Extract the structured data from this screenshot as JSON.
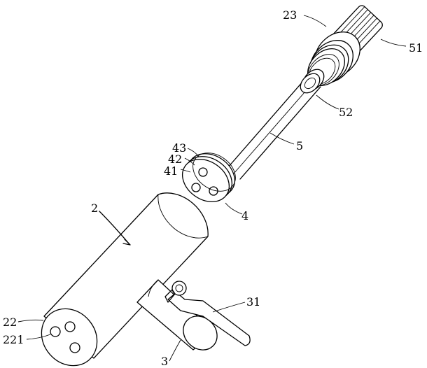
{
  "labels": {
    "l23": "23",
    "l51": "51",
    "l52": "52",
    "l5": "5",
    "l43": "43",
    "l42": "42",
    "l41": "41",
    "l4": "4",
    "l2": "2",
    "l22": "22",
    "l221": "221",
    "l31": "31",
    "l3": "3"
  }
}
